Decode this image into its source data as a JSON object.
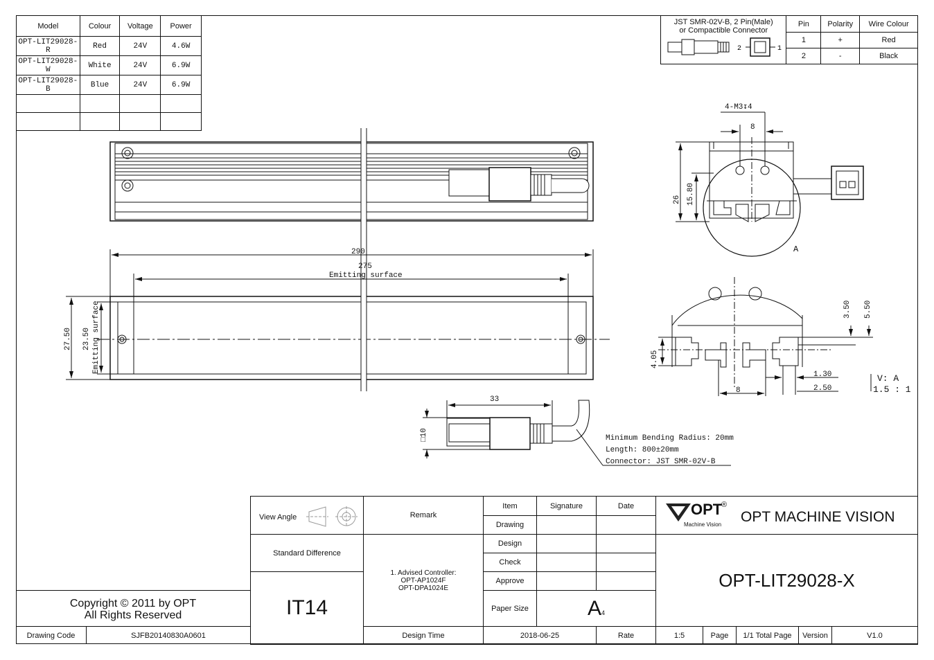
{
  "model_table": {
    "headers": [
      "Model",
      "Colour",
      "Voltage",
      "Power"
    ],
    "rows": [
      [
        "OPT-LIT29028-R",
        "Red",
        "24V",
        "4.6W"
      ],
      [
        "OPT-LIT29028-W",
        "White",
        "24V",
        "6.9W"
      ],
      [
        "OPT-LIT29028-B",
        "Blue",
        "24V",
        "6.9W"
      ]
    ]
  },
  "connector_table": {
    "connector_line1": "JST SMR-02V-B, 2 Pin(Male)",
    "connector_line2": "or Compactible Connector",
    "headers": [
      "Pin",
      "Polarity",
      "Wire Colour"
    ],
    "rows": [
      [
        "1",
        "+",
        "Red"
      ],
      [
        "2",
        "-",
        "Black"
      ]
    ],
    "pin_label_2": "2",
    "pin_label_1": "1"
  },
  "dimensions": {
    "total_length": "290",
    "emit_length": "275",
    "emitting_surface": "Emitting surface",
    "height_total": "27.50",
    "height_emit": "23.50",
    "emitting_surface_vertical": "Emitting surface",
    "connector_length": "33",
    "connector_square": "□10",
    "screw_spec": "4-M3↧4",
    "hole_spacing": "8",
    "height_26": "26",
    "height_15_80": "15.80",
    "detail_label": "A",
    "dim_3_50": "3.50",
    "dim_5_50": "5.50",
    "dim_4_05": "4.05",
    "dim_1_30": "1.30",
    "dim_2_50": "2.50",
    "dim_8_detail": "8",
    "view_label": "V: A",
    "view_scale": "1.5 : 1"
  },
  "cable_notes": {
    "bending": "Minimum Bending Radius: 20mm",
    "length": "Length: 800±20mm",
    "connector": "Connector: JST SMR-02V-B"
  },
  "title_block": {
    "view_angle": "View Angle",
    "remark": "Remark",
    "item": "Item",
    "signature": "Signature",
    "date": "Date",
    "drawing": "Drawing",
    "design": "Design",
    "check": "Check",
    "approve": "Approve",
    "standard_difference": "Standard Difference",
    "tolerance": "IT14",
    "remark_line1": "1. Advised Controller:",
    "remark_line2": "OPT-AP1024F",
    "remark_line3": "OPT-DPA1024E",
    "paper_size_label": "Paper Size",
    "paper_size_value": "A",
    "paper_size_sub": "4",
    "design_time_label": "Design Time",
    "design_time_value": "2018-06-25",
    "rate_label": "Rate",
    "rate_value": "1:5",
    "page_label": "Page",
    "total_page": "1/1 Total Page",
    "version_label": "Version",
    "version_value": "V1.0",
    "logo_text": "OPT",
    "logo_reg": "®",
    "logo_sub": "Machine Vision",
    "company": "OPT MACHINE VISION",
    "part_number": "OPT-LIT29028-X",
    "copyright_line1": "Copyright © 2011 by OPT",
    "copyright_line2": "All Rights Reserved",
    "drawing_code_label": "Drawing Code",
    "drawing_code_value": "SJFB20140830A0601"
  }
}
